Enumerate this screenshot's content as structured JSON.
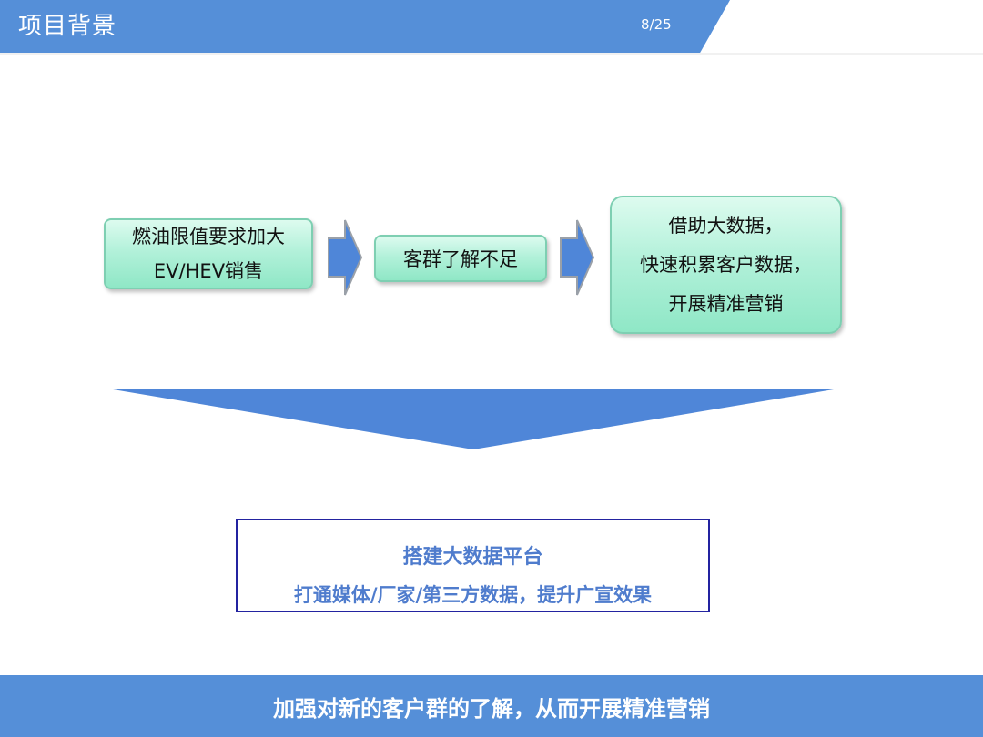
{
  "header": {
    "title": "项目背景",
    "page_number": "8/25"
  },
  "flow": {
    "step1": {
      "lines": [
        "燃油限值要求加大",
        "EV/HEV销售"
      ]
    },
    "step2": {
      "label": "客群了解不足"
    },
    "step3": {
      "lines": [
        "借助大数据，",
        "快速积累客户数据，",
        "开展精准营销"
      ]
    }
  },
  "platform": {
    "title": "搭建大数据平台",
    "subtitle": "打通媒体/厂家/第三方数据，提升广宣效果"
  },
  "footer": {
    "text": "加强对新的客户群的了解，从而开展精准营销"
  },
  "colors": {
    "header_blue": "#558fd8",
    "box_green": "#b3f1da",
    "arrow_blue": "#4f86d8",
    "platform_border": "#2323a0"
  }
}
